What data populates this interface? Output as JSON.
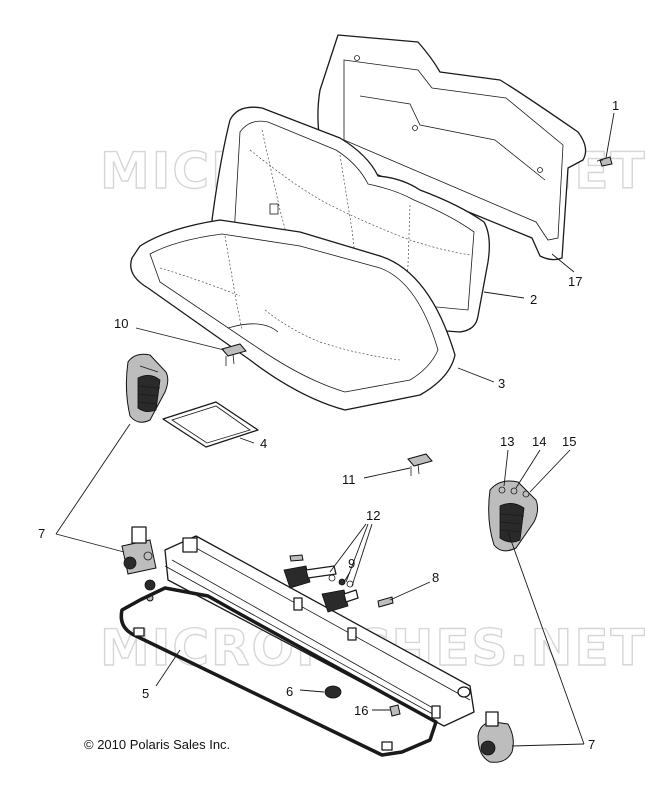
{
  "watermarks": [
    "MICROFICHES.NET",
    "MICROFICHES.NET"
  ],
  "copyright": "© 2010 Polaris Sales Inc.",
  "callouts": [
    {
      "id": "c1",
      "label": "1"
    },
    {
      "id": "c17",
      "label": "17"
    },
    {
      "id": "c2",
      "label": "2"
    },
    {
      "id": "c10",
      "label": "10"
    },
    {
      "id": "c3",
      "label": "3"
    },
    {
      "id": "c4",
      "label": "4"
    },
    {
      "id": "c11",
      "label": "11"
    },
    {
      "id": "c13",
      "label": "13"
    },
    {
      "id": "c14",
      "label": "14"
    },
    {
      "id": "c15",
      "label": "15"
    },
    {
      "id": "c12",
      "label": "12"
    },
    {
      "id": "c7a",
      "label": "7"
    },
    {
      "id": "c9",
      "label": "9"
    },
    {
      "id": "c8",
      "label": "8"
    },
    {
      "id": "c5",
      "label": "5"
    },
    {
      "id": "c6",
      "label": "6"
    },
    {
      "id": "c16",
      "label": "16"
    },
    {
      "id": "c7b",
      "label": "7"
    }
  ]
}
